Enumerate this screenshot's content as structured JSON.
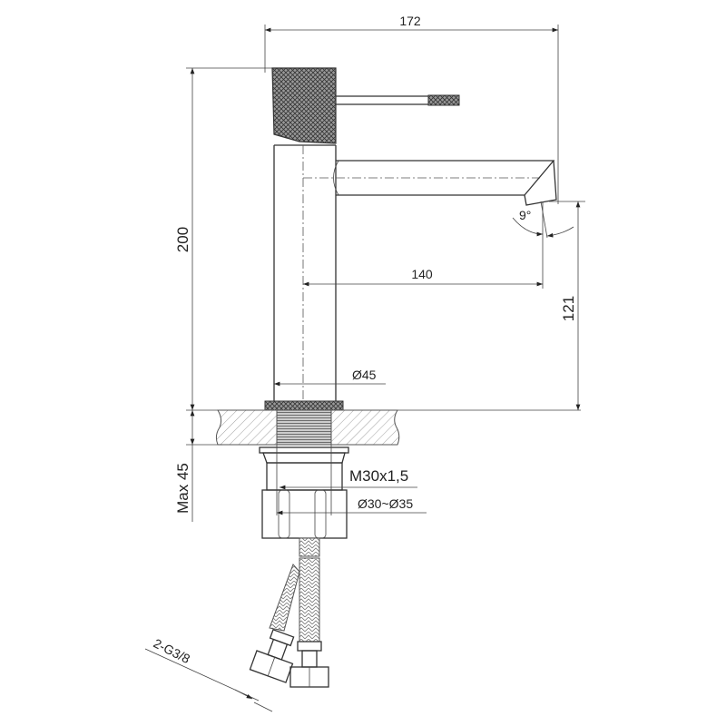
{
  "drawing": {
    "title": "Faucet technical drawing",
    "dimensions": {
      "overall_width": "172",
      "overall_height": "200",
      "spout_reach": "140",
      "spout_height": "121",
      "body_diameter": "Ø45",
      "spout_angle": "9°",
      "max_counter_thickness": "Max 45",
      "thread": "M30x1,5",
      "hole_diameter": "Ø30~Ø35",
      "hose_connection": "2-G3/8"
    }
  }
}
